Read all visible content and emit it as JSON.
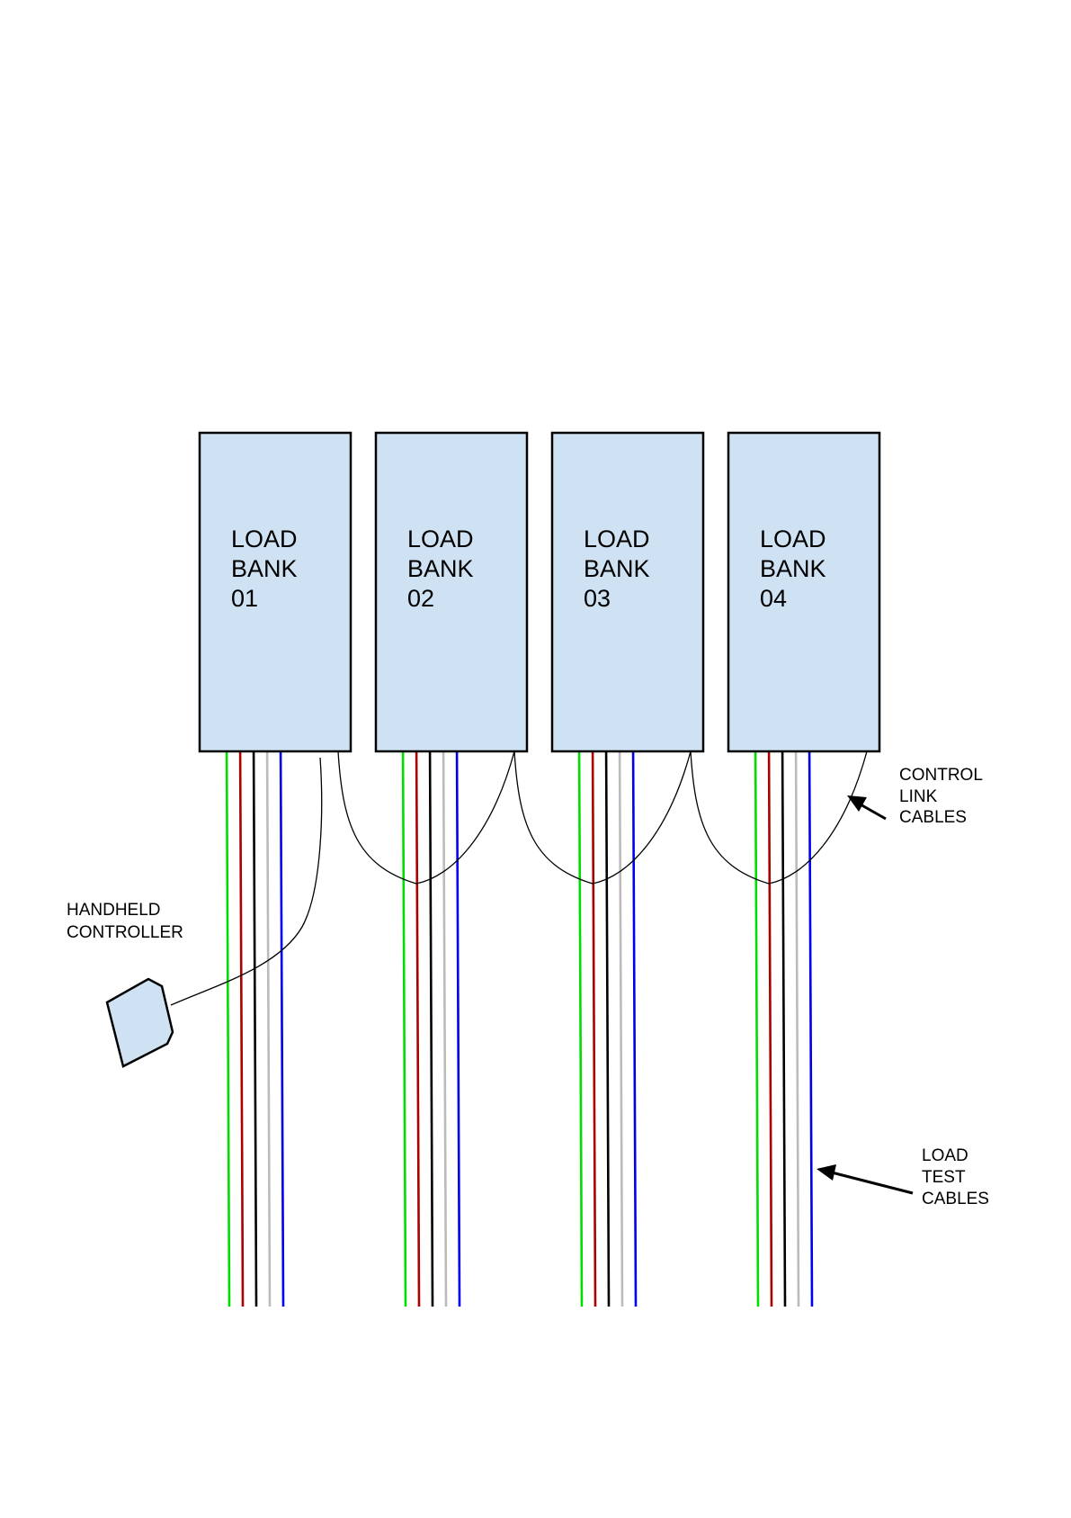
{
  "diagram": {
    "banks": [
      {
        "id": "01",
        "lines": [
          "LOAD",
          "BANK",
          "01"
        ]
      },
      {
        "id": "02",
        "lines": [
          "LOAD",
          "BANK",
          "02"
        ]
      },
      {
        "id": "03",
        "lines": [
          "LOAD",
          "BANK",
          "03"
        ]
      },
      {
        "id": "04",
        "lines": [
          "LOAD",
          "BANK",
          "04"
        ]
      }
    ],
    "cable_colors": [
      "#00dd00",
      "#aa0000",
      "#000000",
      "#bbbbbb",
      "#0000ee"
    ],
    "bank_fill": "#cfe2f3",
    "labels": {
      "handheld_controller": [
        "HANDHELD",
        "CONTROLLER"
      ],
      "control_link_cables": [
        "CONTROL",
        "LINK",
        "CABLES"
      ],
      "load_test_cables": [
        "LOAD",
        "TEST",
        "CABLES"
      ]
    },
    "icons": [
      "handheld-controller-icon",
      "arrow-icon"
    ]
  }
}
